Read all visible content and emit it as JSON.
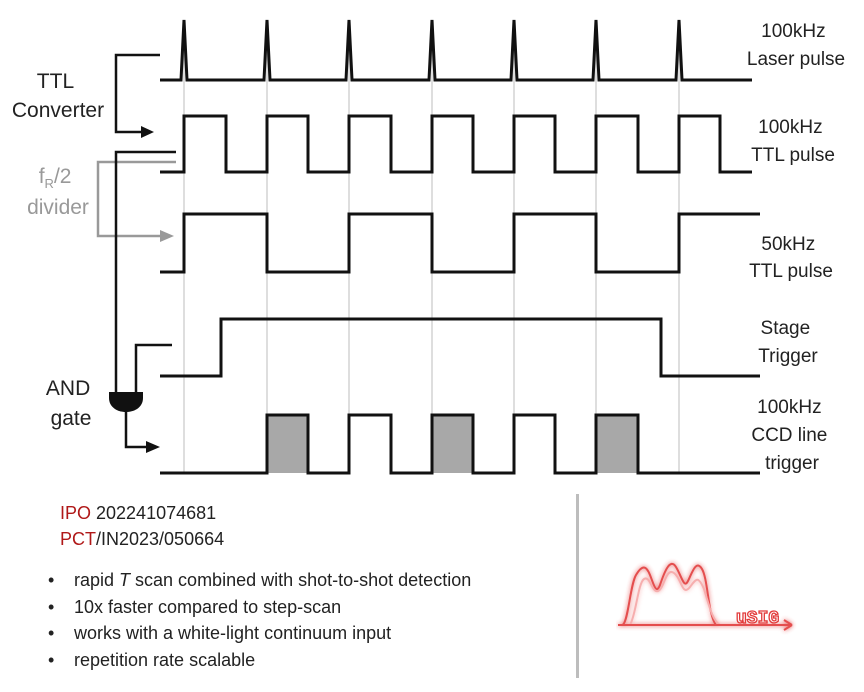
{
  "signals": [
    {
      "name": "laser",
      "label_lines": [
        "100kHz",
        "Laser pulse"
      ]
    },
    {
      "name": "ttl100",
      "label_lines": [
        "100kHz",
        "TTL pulse"
      ]
    },
    {
      "name": "ttl50",
      "label_lines": [
        "50kHz",
        "TTL pulse"
      ]
    },
    {
      "name": "stage",
      "label_lines": [
        "Stage",
        "Trigger"
      ]
    },
    {
      "name": "ccd",
      "label_lines": [
        "100kHz",
        "CCD line",
        "trigger"
      ]
    }
  ],
  "blocks": {
    "ttl_converter": [
      "TTL",
      "Converter"
    ],
    "divider_sub": "R",
    "divider_rest": "/2",
    "divider_word": "divider",
    "and_gate": [
      "AND",
      "gate"
    ]
  },
  "patents": [
    {
      "prefix": "IPO",
      "number": " 202241074681"
    },
    {
      "prefix": "PCT",
      "number": "/IN2023/050664"
    }
  ],
  "bullets": [
    {
      "pre": "rapid ",
      "italic": "T",
      "post": " scan combined with shot-to-shot detection"
    },
    {
      "pre": "10x faster compared to step-scan",
      "italic": "",
      "post": ""
    },
    {
      "pre": "works with a white-light continuum input",
      "italic": "",
      "post": ""
    },
    {
      "pre": "repetition rate scalable",
      "italic": "",
      "post": ""
    }
  ],
  "logo": {
    "text": "uSIG",
    "color": "#e23a3a"
  },
  "colors": {
    "line": "#111111",
    "grid": "#c8c8c8",
    "divider_gray": "#999999",
    "fill_gray": "#a8a8a8",
    "patent_red": "#b01818"
  }
}
